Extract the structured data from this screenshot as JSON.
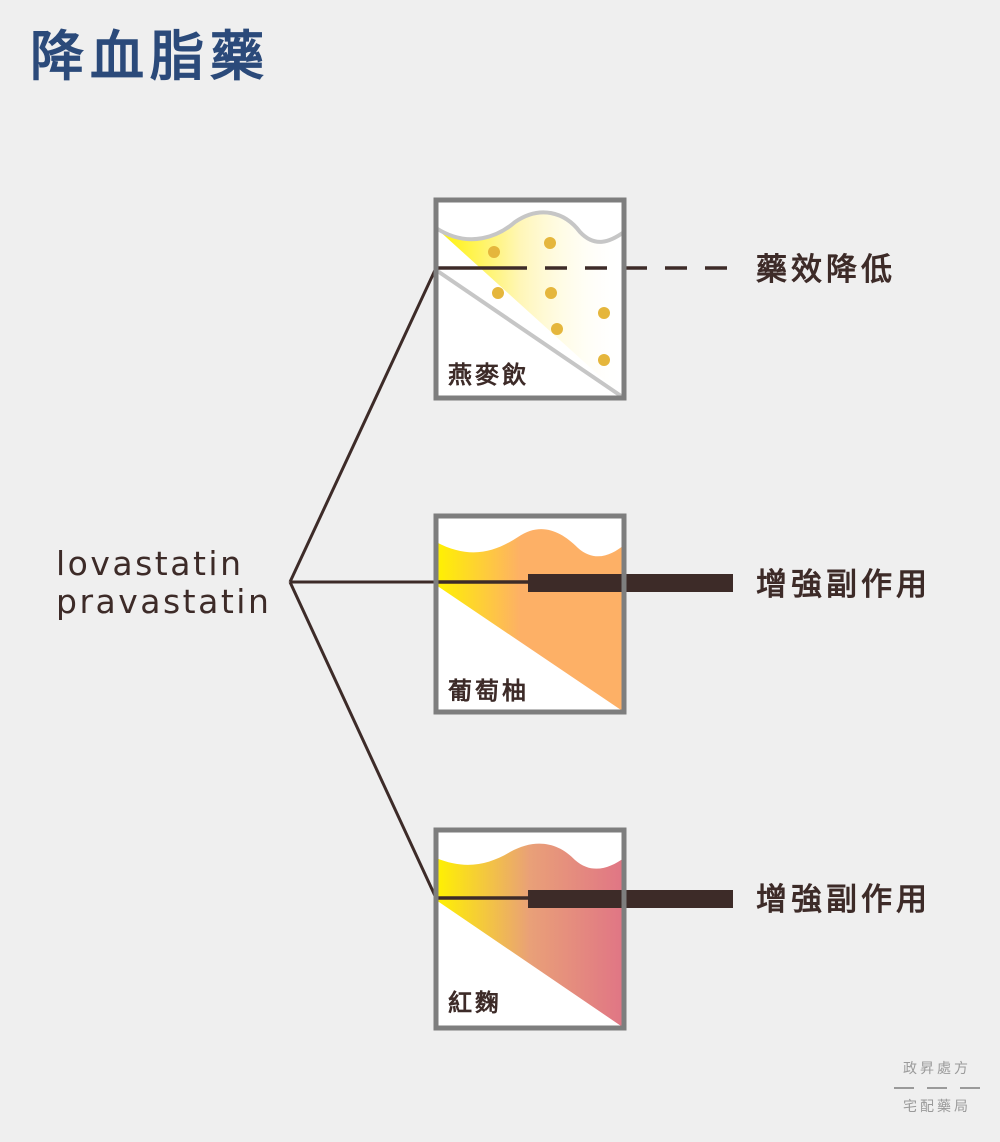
{
  "title": "降血脂藥",
  "drugs": [
    "lovastatin",
    "pravastatin"
  ],
  "panels": [
    {
      "food": "燕麥飲",
      "effect": "藥效降低",
      "line_style": "dashed",
      "fill_color": "#fbe8a0"
    },
    {
      "food": "葡萄柚",
      "effect": "增強副作用",
      "line_style": "thick",
      "fill_color": "#fdb066"
    },
    {
      "food": "紅麴",
      "effect": "增強副作用",
      "line_style": "thick",
      "fill_color": "#e07585"
    }
  ],
  "colors": {
    "title": "#2b4a7a",
    "text": "#3d2b28",
    "frame": "#7e7e7e",
    "yellow": "#fff200",
    "dot": "#e5b63c",
    "background": "#efefef"
  },
  "brand": {
    "line1": "政昇處方",
    "line2": "宅配藥局"
  }
}
